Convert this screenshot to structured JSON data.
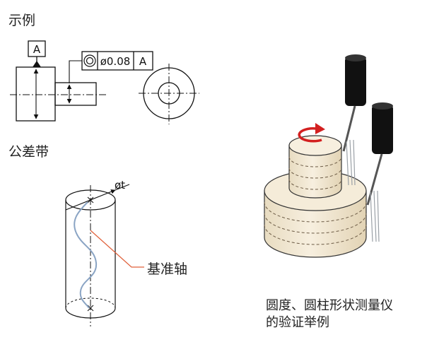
{
  "labels": {
    "example": "示例",
    "tolerance_zone": "公差带",
    "reference_axis": "基准轴",
    "caption_line1": "圆度、圆柱形状测量仪",
    "caption_line2": "的验证举例"
  },
  "gdt": {
    "datum_letter": "A",
    "tolerance_value": "ø0.08",
    "datum_reference": "A",
    "symbol": "concentricity-symbol"
  },
  "zone": {
    "diameter_label": "øt"
  },
  "colors": {
    "line": "#111111",
    "leader": "#e0603a",
    "deviation_curve": "#8aa4c4",
    "cylinder_fill": "#f1e6cf",
    "cylinder_dash": "#6b5a44",
    "probe_body": "#111111",
    "rotation_arrow": "#d32020",
    "probe_stylus": "#9aa0a6"
  }
}
